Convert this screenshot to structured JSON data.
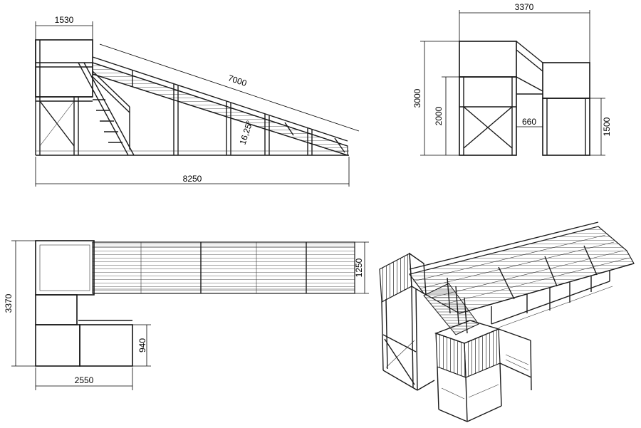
{
  "drawing": {
    "side_view": {
      "platform_width": "1530",
      "slide_length": "7000",
      "total_length": "8250",
      "slope_angle": "16,25°"
    },
    "front_view": {
      "total_width": "3370",
      "total_height": "3000",
      "platform_height": "2000",
      "lower_platform_height": "1500",
      "step_offset": "660"
    },
    "plan_view": {
      "depth": "3370",
      "slide_width": "1250",
      "stair_width": "940",
      "base_width": "2550"
    }
  }
}
